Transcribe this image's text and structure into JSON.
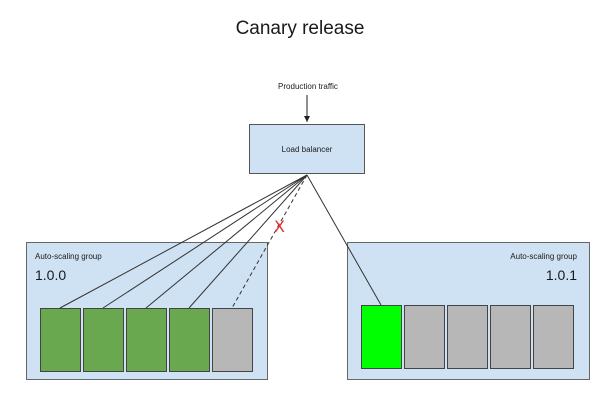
{
  "title": "Canary release",
  "traffic_label": "Production traffic",
  "load_balancer": {
    "label": "Load balancer"
  },
  "groups": [
    {
      "label": "Auto-scaling group",
      "version": "1.0.0",
      "instances": [
        "active",
        "active",
        "active",
        "active",
        "inactive"
      ]
    },
    {
      "label": "Auto-scaling group",
      "version": "1.0.1",
      "instances": [
        "canary",
        "inactive",
        "inactive",
        "inactive",
        "inactive"
      ]
    }
  ],
  "blocked_marker": "X",
  "colors": {
    "group_fill": "#cfe2f3",
    "active": "#6aa84f",
    "canary": "#00ff00",
    "inactive": "#b7b7b7",
    "blocked": "#e03030"
  }
}
